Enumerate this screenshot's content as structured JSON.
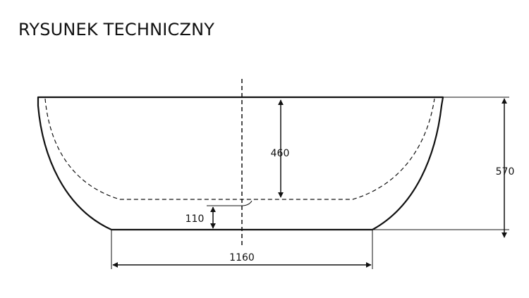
{
  "header": {
    "title": "RYSUNEK TECHNICZNY"
  },
  "dimensions": {
    "inner_depth": "460",
    "total_height": "570",
    "bottom_thickness": "110",
    "base_width": "1160"
  },
  "colors": {
    "line": "#111111",
    "background": "#ffffff"
  }
}
